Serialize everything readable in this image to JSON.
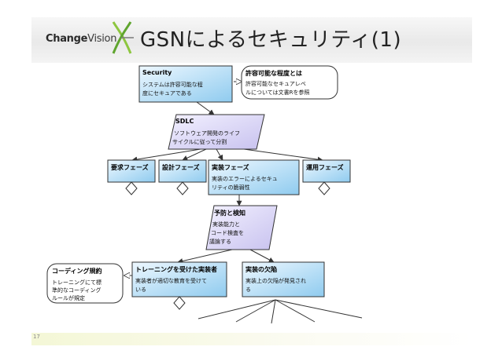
{
  "header": {
    "logo_bold": "Change",
    "logo_rest": "Vision",
    "title": "GSNによるセキュリティ(1)"
  },
  "footer": {
    "page_number": "17"
  },
  "colors": {
    "goal_fill": "#a9d8f2",
    "strategy_fill": "#d6d2f2",
    "context_fill": "#ffffff",
    "edge": "#333333",
    "accent_logo": "#8dc63f"
  },
  "diagram": {
    "security": {
      "title": "Security",
      "body": [
        "システムは許容可能な程",
        "度にセキュアである"
      ]
    },
    "acceptable": {
      "title": "許容可能な程度とは",
      "body": [
        "許容可能なセキュアレベ",
        "ルについては文書Rを参照"
      ]
    },
    "sdlc": {
      "title": "SDLC",
      "body": [
        "ソフトウェア開発のライフ",
        "サイクルに従って分割"
      ]
    },
    "requirements": {
      "title": "要求フェーズ"
    },
    "design": {
      "title": "設計フェーズ"
    },
    "implementation": {
      "title": "実装フェーズ",
      "body": [
        "実装のエラーによるセキュ",
        "リティの脆弱性"
      ]
    },
    "operation": {
      "title": "運用フェーズ"
    },
    "prevention": {
      "title": "予防と検知",
      "body": [
        "実装能力と",
        "コード検査を",
        "議論する"
      ]
    },
    "coding_rules": {
      "title": "コーディング規約",
      "body": [
        "トレーニングにて標",
        "準的なコーディング",
        "ルールが規定"
      ]
    },
    "training": {
      "title": "トレーニングを受けた実装者",
      "body": [
        "実装者が適切な教育を受けて",
        "いる"
      ]
    },
    "defects": {
      "title": "実装の欠陥",
      "body": [
        "実装上の欠陥が発見され",
        "る"
      ]
    }
  }
}
